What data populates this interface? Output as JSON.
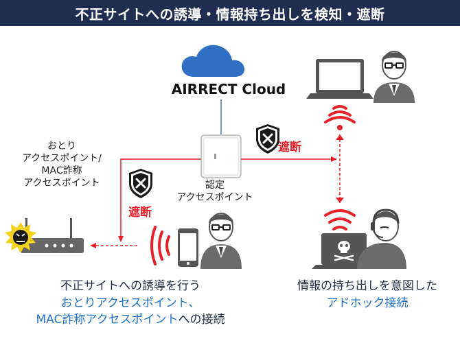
{
  "title": "不正サイトへの誘導・情報持ち出しを検知・遮断",
  "brand": "AIRRECT Cloud",
  "rogue_ap_label": [
    "おとり",
    "アクセスポイント/",
    "MAC詐称",
    "アクセスポイント"
  ],
  "certified_ap_label": [
    "認定",
    "アクセスポイント"
  ],
  "blocked_label": "遮断",
  "caption_left": {
    "line1": "不正サイトへの誘導を行う",
    "line2": "おとりアクセスポイント、",
    "line3_blue": "MAC詐称アクセスポイント",
    "line3_rest": "への接続"
  },
  "caption_right": {
    "line1": "情報の持ち出しを意図した",
    "line2": "アドホック接続"
  },
  "colors": {
    "title_bg": "#1e2d50",
    "block_red": "#e8202a",
    "link_blue": "#1f72c8",
    "cloud_blue": "#2f6fc4",
    "person_gray": "#6b6b6b",
    "rogue_yellow": "#f2d21b"
  },
  "icons": [
    "cloud-icon",
    "access-point-icon",
    "laptop-icon",
    "person-icon",
    "block-shield-icon",
    "wifi-signal-icon",
    "router-icon",
    "malware-icon",
    "smartphone-icon",
    "skull-icon"
  ]
}
